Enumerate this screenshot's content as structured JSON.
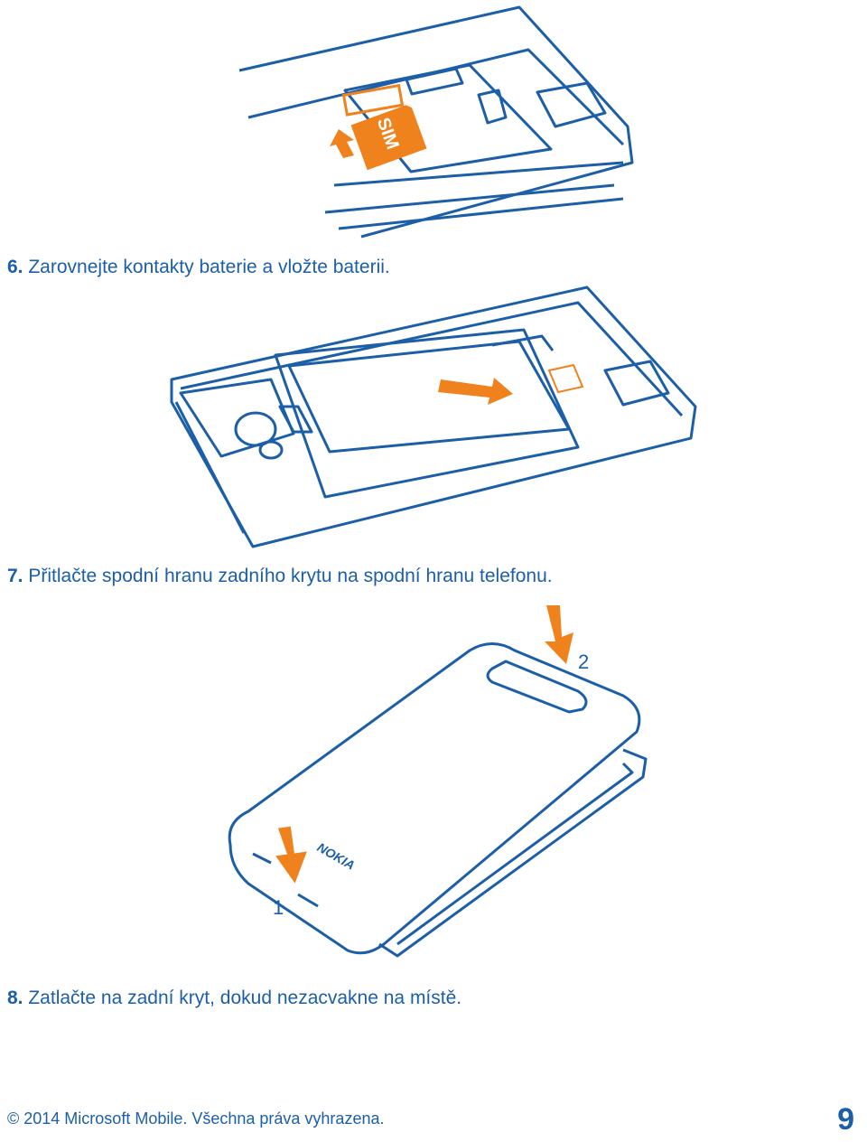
{
  "steps": [
    {
      "number": "6.",
      "text": "Zarovnejte kontakty baterie a vložte baterii."
    },
    {
      "number": "7.",
      "text": "Přitlačte spodní hranu zadního krytu na spodní hranu telefonu."
    },
    {
      "number": "8.",
      "text": "Zatlačte na zadní kryt, dokud nezacvakne na místě."
    }
  ],
  "figures": {
    "sim_label": "SIM",
    "brand_label": "NOKIA",
    "callout_1": "1",
    "callout_2": "2"
  },
  "footer": {
    "copyright": "© 2014 Microsoft Mobile. Všechna práva vyhrazena.",
    "page_number": "9"
  },
  "colors": {
    "outline": "#1c5fa8",
    "accent": "#f0821e"
  }
}
